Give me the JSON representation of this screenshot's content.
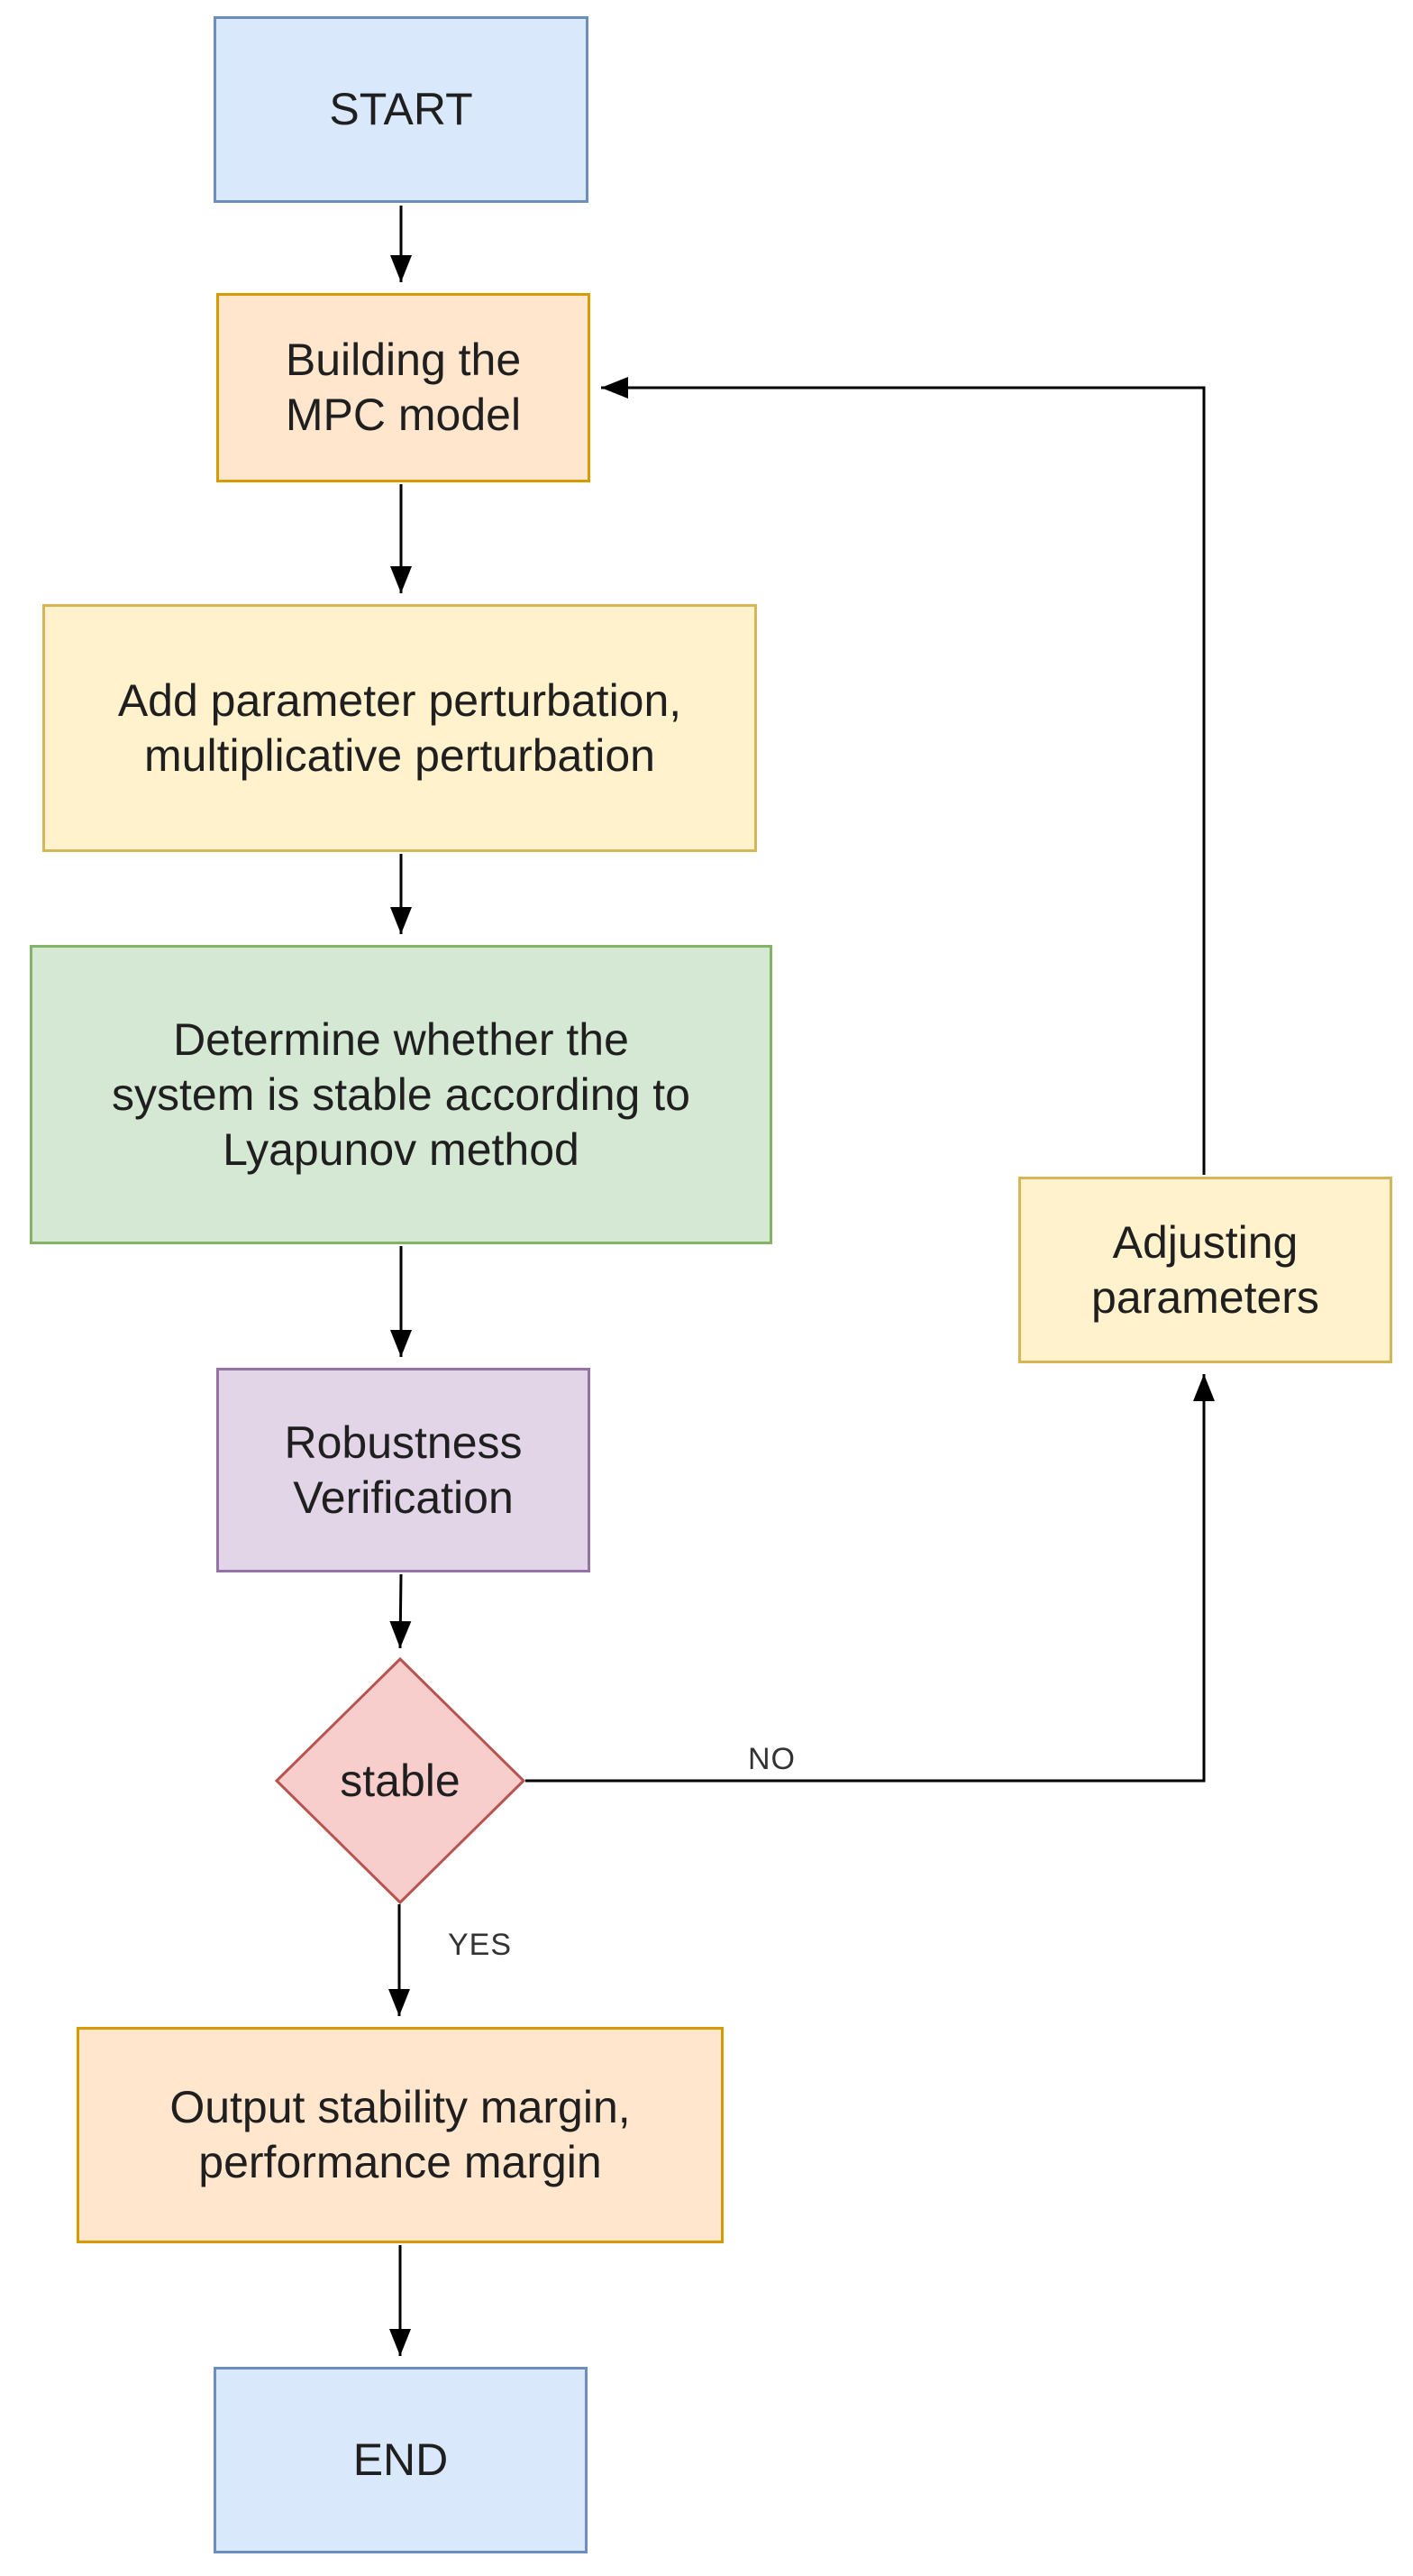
{
  "flowchart": {
    "type": "flowchart",
    "nodes": {
      "start": {
        "label": "START",
        "shape": "rectangle",
        "fill": "#dae8fc",
        "stroke": "#6c8ebf"
      },
      "build_mpc": {
        "label": "Building the\nMPC model",
        "shape": "rectangle",
        "fill": "#ffe6cc",
        "stroke": "#d79b00"
      },
      "add_pert": {
        "label": "Add parameter perturbation,\nmultiplicative perturbation",
        "shape": "rectangle",
        "fill": "#fff2cc",
        "stroke": "#d6b656"
      },
      "lyapunov": {
        "label": "Determine whether the\nsystem is stable according to\nLyapunov method",
        "shape": "rectangle",
        "fill": "#d5e8d4",
        "stroke": "#82b366"
      },
      "robustness": {
        "label": "Robustness\nVerification",
        "shape": "rectangle",
        "fill": "#e1d5e7",
        "stroke": "#9673a6"
      },
      "stable": {
        "label": "stable",
        "shape": "diamond",
        "fill": "#f8cecc",
        "stroke": "#b85450"
      },
      "adjust": {
        "label": "Adjusting\nparameters",
        "shape": "rectangle",
        "fill": "#fff2cc",
        "stroke": "#d6b656"
      },
      "output": {
        "label": "Output stability margin,\nperformance margin",
        "shape": "rectangle",
        "fill": "#ffe6cc",
        "stroke": "#d79b00"
      },
      "end": {
        "label": "END",
        "shape": "rectangle",
        "fill": "#dae8fc",
        "stroke": "#6c8ebf"
      }
    },
    "edge_labels": {
      "no": "NO",
      "yes": "YES"
    },
    "connections": [
      {
        "from": "start",
        "to": "build_mpc",
        "label": ""
      },
      {
        "from": "build_mpc",
        "to": "add_pert",
        "label": ""
      },
      {
        "from": "add_pert",
        "to": "lyapunov",
        "label": ""
      },
      {
        "from": "lyapunov",
        "to": "robustness",
        "label": ""
      },
      {
        "from": "robustness",
        "to": "stable",
        "label": ""
      },
      {
        "from": "stable",
        "to": "adjust",
        "label": "NO"
      },
      {
        "from": "stable",
        "to": "output",
        "label": "YES"
      },
      {
        "from": "adjust",
        "to": "build_mpc",
        "label": ""
      },
      {
        "from": "output",
        "to": "end",
        "label": ""
      }
    ],
    "colors": {
      "background": "#ffffff",
      "connector": "#000000",
      "text": "#1f1f1f",
      "blue_fill": "#dae8fc",
      "blue_stroke": "#6c8ebf",
      "orange_fill": "#ffe6cc",
      "orange_stroke": "#d79b00",
      "yellow_fill": "#fff2cc",
      "yellow_stroke": "#d6b656",
      "green_fill": "#d5e8d4",
      "green_stroke": "#82b366",
      "purple_fill": "#e1d5e7",
      "purple_stroke": "#9673a6",
      "red_fill": "#f8cecc",
      "red_stroke": "#b85450"
    }
  }
}
